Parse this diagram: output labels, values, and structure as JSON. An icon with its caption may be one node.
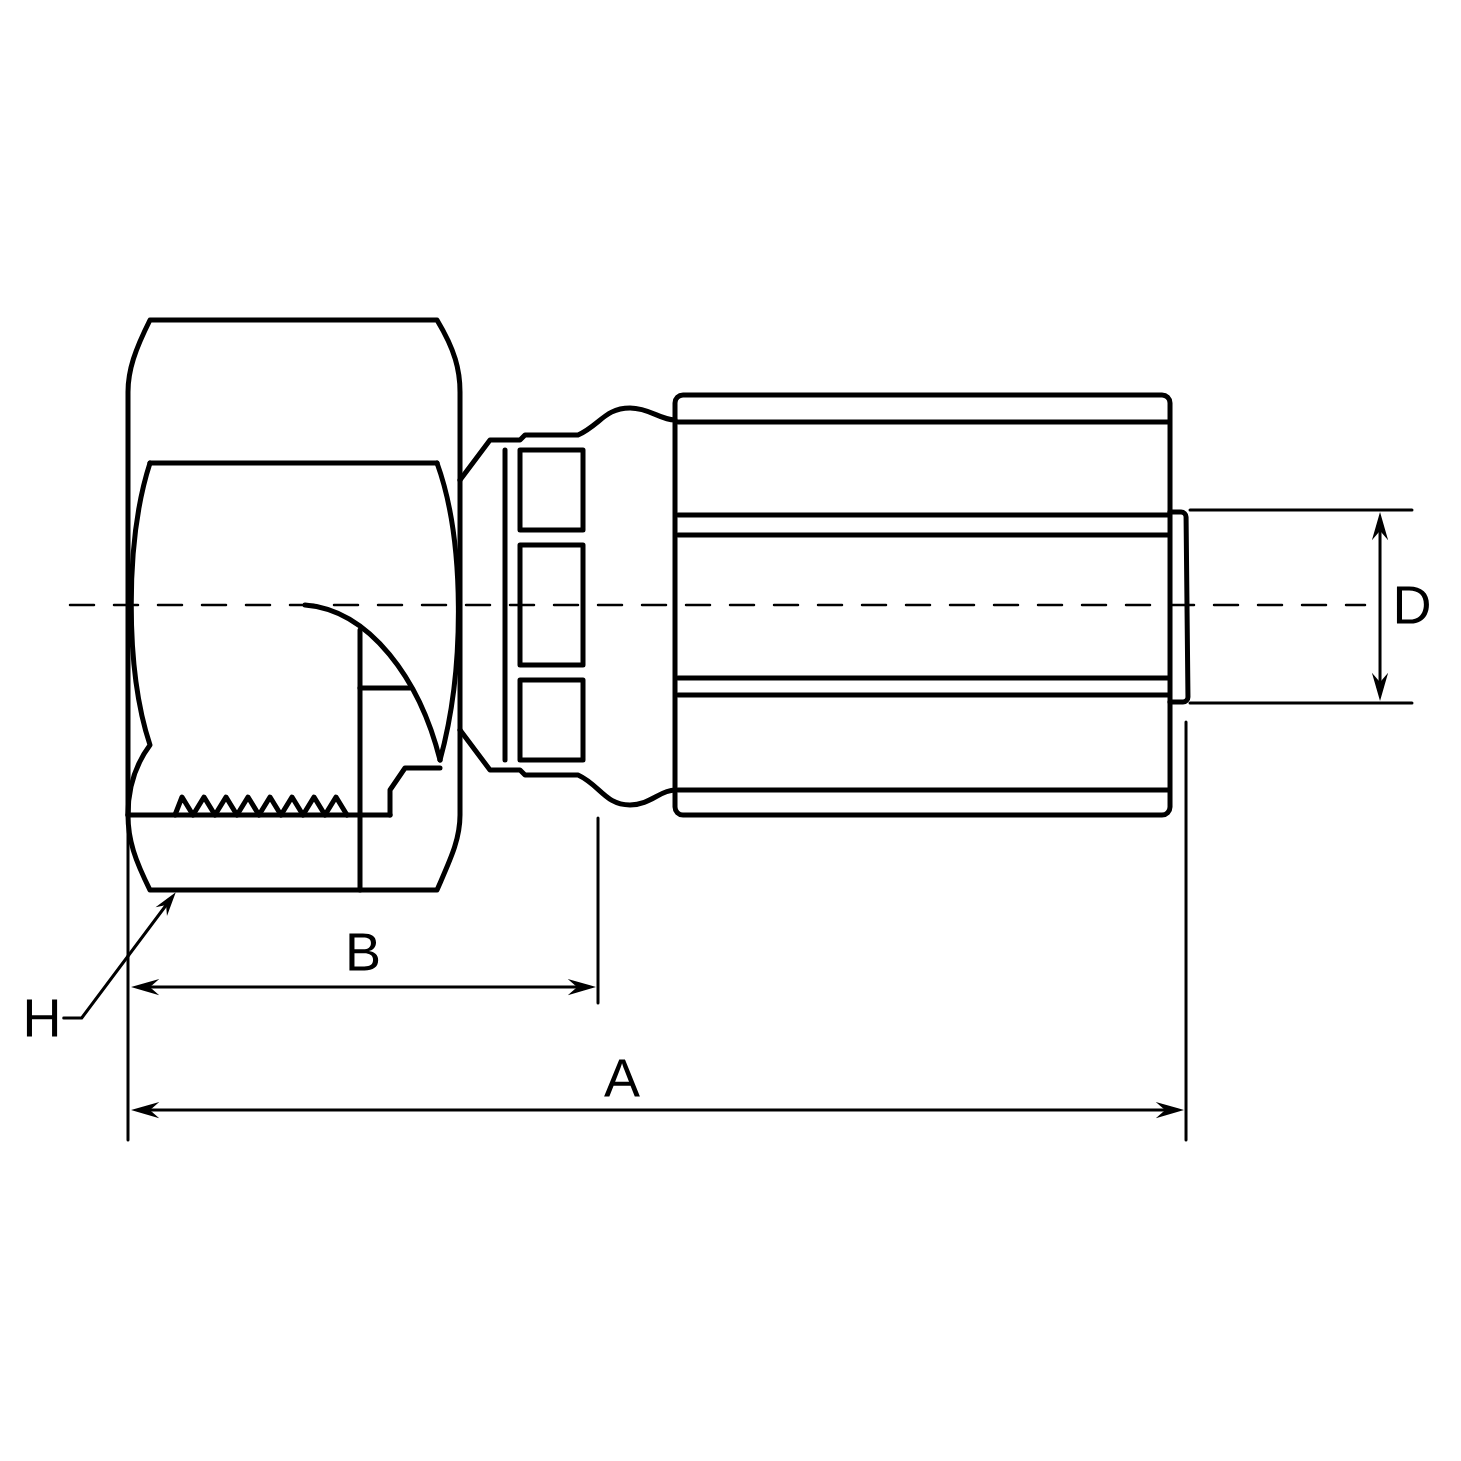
{
  "diagram": {
    "nodes": [
      {
        "text": [],
        "shape": "picture"
      },
      {
        "text": [
          "H"
        ]
      }
    ],
    "edges": [
      {
        "from": 1,
        "to": 0,
        "arrow": "to"
      }
    ],
    "labels": [
      "B",
      "A",
      "D"
    ]
  }
}
